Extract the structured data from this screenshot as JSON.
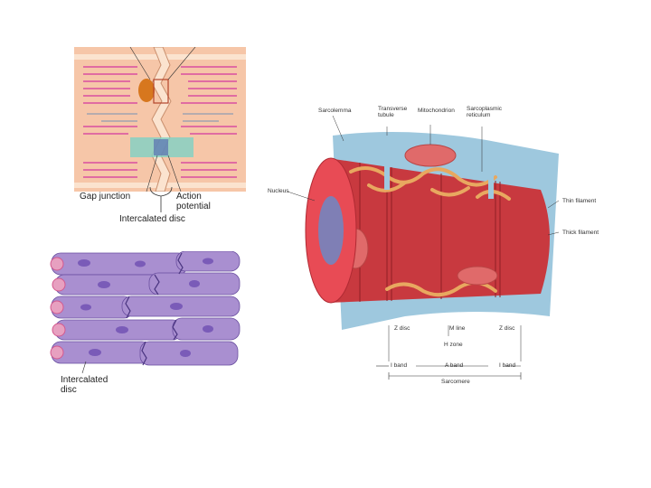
{
  "gap_panel": {
    "label_gap_junction": "Gap junction",
    "label_action_potential": "Action potential",
    "label_intercalated_disc": "Intercalated disc",
    "colors": {
      "background": "#f6c6a8",
      "filament": "#d94fa0",
      "gap_region": "#7fd1c4",
      "desmosome": "#d7771e",
      "membrane": "#fbe3cf"
    }
  },
  "tissue_panel": {
    "label_intercalated_disc": "Intercalated disc",
    "colors": {
      "cell": "#a98fd0",
      "nucleus": "#7a5bb8",
      "disc": "#d3588e"
    }
  },
  "fiber_panel": {
    "labels": {
      "sarcolemma": "Sarcolemma",
      "transverse_tubule": "Transverse tubule",
      "mitochondrion": "Mitochondrion",
      "sarcoplasmic_reticulum": "Sarcoplasmic reticulum",
      "nucleus": "Nucleus",
      "thin_filament": "Thin filament",
      "thick_filament": "Thick filament",
      "z_disc_left": "Z disc",
      "m_line": "M line",
      "z_disc_right": "Z disc",
      "h_zone": "H zone",
      "i_band_left": "I band",
      "a_band": "A band",
      "i_band_right": "I band",
      "sarcomere": "Sarcomere"
    },
    "colors": {
      "fiber": "#c8393f",
      "sarcolemma": "#9ec8de",
      "reticulum": "#e8a860",
      "mitochondrion": "#e06a6a",
      "nucleus": "#7f7fb5"
    }
  }
}
